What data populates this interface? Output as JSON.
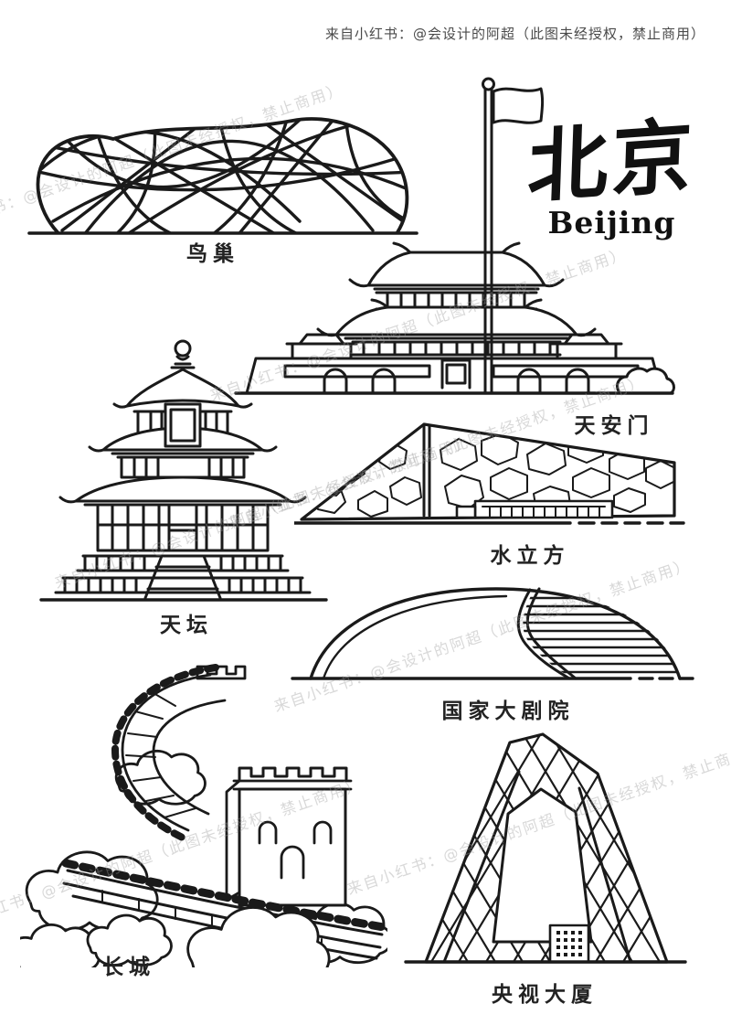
{
  "page": {
    "background": "#ffffff",
    "ink": "#1a1a1a",
    "watermark_color": "#9a9a9a"
  },
  "header": {
    "credit": "来自小红书：@会设计的阿超（此图未经授权，禁止商用）"
  },
  "title": {
    "calligraphy": "北京",
    "latin": "Beijing"
  },
  "watermark": {
    "text": "来自小红书：@会设计的阿超（此图未经授权，禁止商用）"
  },
  "landmarks": [
    {
      "id": "bird-nest",
      "label": "鸟巢"
    },
    {
      "id": "tiananmen",
      "label": "天安门"
    },
    {
      "id": "temple-of-heaven",
      "label": "天坛"
    },
    {
      "id": "water-cube",
      "label": "水立方"
    },
    {
      "id": "national-grand-theatre",
      "label": "国家大剧院"
    },
    {
      "id": "great-wall",
      "label": "长城"
    },
    {
      "id": "cctv-headquarters",
      "label": "央视大厦"
    }
  ]
}
